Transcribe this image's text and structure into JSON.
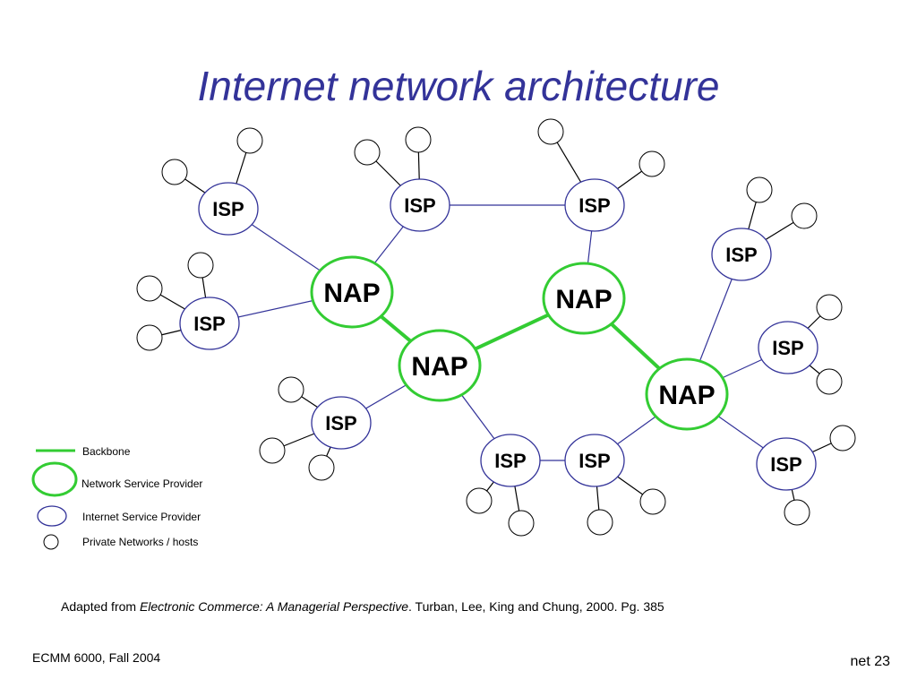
{
  "slide": {
    "title": "Internet network architecture",
    "citation_prefix": "Adapted from ",
    "citation_title": "Electronic Commerce:  A Managerial Perspective",
    "citation_suffix": ". Turban, Lee, King and Chung, 2000. Pg. 385",
    "footer_left": "ECMM 6000, Fall 2004",
    "footer_right": "net 23"
  },
  "colors": {
    "title": "#333399",
    "backbone": "#33cc33",
    "isp_border": "#333399",
    "link": "#333399",
    "host_border": "#000000"
  },
  "diagram": {
    "nap_label": "NAP",
    "isp_label": "ISP",
    "legend": {
      "backbone": "Backbone",
      "nsp": "Network Service Provider",
      "isp": "Internet Service Provider",
      "private": "Private Networks / hosts"
    }
  }
}
